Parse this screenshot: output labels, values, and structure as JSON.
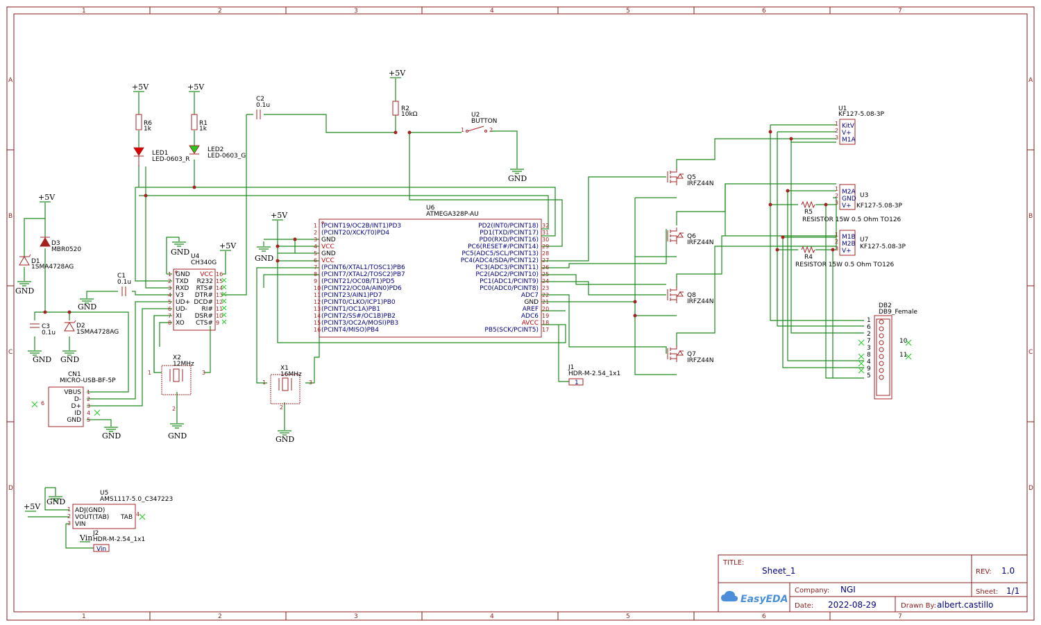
{
  "columns": [
    "1",
    "2",
    "3",
    "4",
    "5",
    "6",
    "7"
  ],
  "rows": [
    "A",
    "B",
    "C",
    "D"
  ],
  "power": {
    "p5v": "+5V",
    "gnd": "GND",
    "vin": "Vin"
  },
  "components": {
    "R6": {
      "ref": "R6",
      "val": "1k"
    },
    "R1": {
      "ref": "R1",
      "val": "1k"
    },
    "LED1": {
      "ref": "LED1",
      "val": "LED-0603_R"
    },
    "LED2": {
      "ref": "LED2",
      "val": "LED-0603_G"
    },
    "C2": {
      "ref": "C2",
      "val": "0.1u"
    },
    "R2": {
      "ref": "R2",
      "val": "10kΩ"
    },
    "U2": {
      "ref": "U2",
      "val": "BUTTON"
    },
    "D3": {
      "ref": "D3",
      "val": "MBR0520"
    },
    "D1": {
      "ref": "D1",
      "val": "1SMA4728AG"
    },
    "C1": {
      "ref": "C1",
      "val": "0.1u"
    },
    "C3": {
      "ref": "C3",
      "val": "0.1u"
    },
    "D2": {
      "ref": "D2",
      "val": "1SMA4728AG"
    },
    "U4": {
      "ref": "U4",
      "val": "CH340G"
    },
    "X2": {
      "ref": "X2",
      "val": "12MHz"
    },
    "X1": {
      "ref": "X1",
      "val": "16MHz"
    },
    "CN1": {
      "ref": "CN1",
      "val": "MICRO-USB-BF-5P"
    },
    "U6": {
      "ref": "U6",
      "val": "ATMEGA328P-AU"
    },
    "J1": {
      "ref": "J1",
      "val": "HDR-M-2.54_1x1"
    },
    "J2": {
      "ref": "J2",
      "val": "HDR-M-2.54_1x1"
    },
    "U5": {
      "ref": "U5",
      "val": "AMS1117-5.0_C347223"
    },
    "Q5": {
      "ref": "Q5",
      "val": "IRFZ44N"
    },
    "Q6": {
      "ref": "Q6",
      "val": "IRFZ44N"
    },
    "Q8": {
      "ref": "Q8",
      "val": "IRFZ44N"
    },
    "Q7": {
      "ref": "Q7",
      "val": "IRFZ44N"
    },
    "U1": {
      "ref": "U1",
      "val": "KF127-5.08-3P"
    },
    "U3": {
      "ref": "U3",
      "val": "KF127-5.08-3P"
    },
    "U7": {
      "ref": "U7",
      "val": "KF127-5.08-3P"
    },
    "R5": {
      "ref": "R5",
      "val": "RESISTOR 15W 0.5 Ohm TO126"
    },
    "R4": {
      "ref": "R4",
      "val": "RESISTOR 15W 0.5 Ohm TO126"
    },
    "DB2": {
      "ref": "DB2",
      "val": "DB9_Female"
    }
  },
  "u4_pins_left": [
    "GND",
    "TXD",
    "RXD",
    "V3",
    "UD+",
    "UD-",
    "XI",
    "XO"
  ],
  "u4_pins_right": [
    "VCC",
    "R232",
    "RTS#",
    "DTR#",
    "DCD#",
    "RI#",
    "DSR#",
    "CTS#"
  ],
  "u6_pins_left": [
    "(PCINT19/OC2B/INT1)PD3",
    "(PCINT20/XCK/T0)PD4",
    "GND",
    "VCC",
    "GND",
    "VCC",
    "(PCINT6/XTAL1/TOSC1)PB6",
    "(PCINT7/XTAL2/TOSC2)PB7",
    "(PCINT21/OC0B/T1)PD5",
    "(PCINT22/OC0A/AIN0)PD6",
    "(PCINT23/AIN1)PD7",
    "(PCINT0/CLKO/ICP1)PB0",
    "(PCINT1/OC1A)PB1",
    "(PCINT2/SS#/OC1B)PB2",
    "(PCINT3/OC2A/MOSI)PB3",
    "(PCINT4/MISO)PB4"
  ],
  "u6_pins_right": [
    "PD2(INT0/PCINT18)",
    "PD1(TXD/PCINT17)",
    "PD0(RXD/PCINT16)",
    "PC6(RESET#/PCINT14)",
    "PC5(ADC5/SCL/PCINT13)",
    "PC4(ADC4/SDA/PCINT12)",
    "PC3(ADC3/PCINT11)",
    "PC2(ADC2/PCINT10)",
    "PC1(ADC1/PCINT9)",
    "PC0(ADC0/PCINT8)",
    "ADC7",
    "GND",
    "AREF",
    "ADC6",
    "AVCC",
    "PB5(SCK/PCINT5)"
  ],
  "cn1_pins": [
    "VBUS",
    "D-",
    "D+",
    "ID",
    "GND"
  ],
  "u5_pins": [
    "ADJ(GND)",
    "VOUT(TAB)",
    "VIN"
  ],
  "u5_tab": "TAB",
  "u1_pins": [
    "KitV",
    "V+",
    "M1A"
  ],
  "u3_pins": [
    "M2A",
    "GND",
    "V+"
  ],
  "u7_pins": [
    "M1B",
    "M2B",
    "V+"
  ],
  "db2_pins_left": [
    "1",
    "6",
    "2",
    "7",
    "3",
    "8",
    "4",
    "9",
    "5"
  ],
  "db2_pins_right": [
    "10",
    "11"
  ],
  "title_block": {
    "title_label": "TITLE:",
    "title": "Sheet_1",
    "rev_label": "REV:",
    "rev": "1.0",
    "company_label": "Company:",
    "company": "NGI",
    "sheet_label": "Sheet:",
    "sheet": "1/1",
    "date_label": "Date:",
    "date": "2022-08-29",
    "drawn_label": "Drawn By:",
    "drawn_by": "albert.castillo",
    "logo": "EasyEDA"
  }
}
